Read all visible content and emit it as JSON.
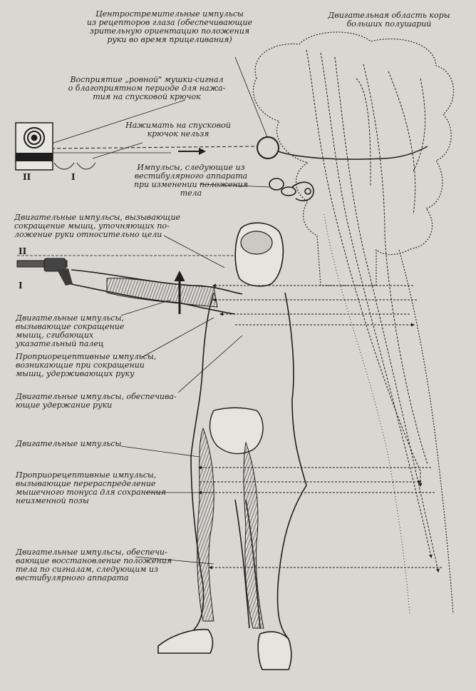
{
  "labels": {
    "centripetal": "Центростремительные импульсы\nиз рецепторов глаза (обеспечивающие\nзрительную ориентацию положения\nруки во время прицеливания)",
    "motor_cortex": "Двигательная область коры\nбольших полушарий",
    "even_sight": "Восприятие „ровной\" мушки-сигнал\nо благоприятном периоде для нажа-\nтия на спусковой крючок",
    "no_press": "Нажимать на спусковой\nкрючок нельзя",
    "vestibular": "Импульсы, следующие из\nвестибулярного аппарата\nпри изменении положения\nтела",
    "motor_refine": "Двигательные импульсы, вызывающие\nсокращение мышц, уточняющих по-\nложение руки относительно цели",
    "motor_finger": "Двигательные импульсы,\nвызывающие сокращение\nмышц, сгибающих\nуказательный палец",
    "proprio_hold": "Проприорецептивные импульсы,\nвозникающие при сокращении\nмышц, удерживающих руку",
    "motor_hold": "Двигательные импульсы, обеспечива-\nющие удержание руки",
    "motor_plain": "Двигательные импульсы",
    "proprio_tone": "Проприорецептивные импульсы,\nвызывающие перераспределение\nмышечного тонуса для сохранения\nнеизменной позы",
    "motor_restore": "Двигательные импульсы, обеспечи-\nвающие восстановление положения\nтела по сигналам, следующим из\nвестибулярного аппарата"
  },
  "marks": {
    "target_II": "II",
    "target_I": "I",
    "hand_II": "II",
    "hand_I": "I"
  }
}
